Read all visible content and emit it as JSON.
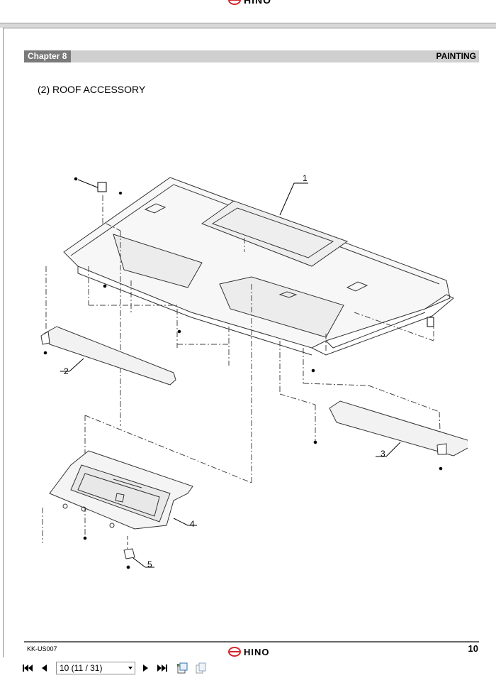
{
  "header": {
    "brand": "HINO"
  },
  "chapter": {
    "label": "Chapter",
    "number": "8",
    "section": "PAINTING"
  },
  "section_title": "(2) ROOF ACCESSORY",
  "diagram": {
    "callouts": [
      "1",
      "2",
      "3",
      "4",
      "5"
    ]
  },
  "footer": {
    "doc_code": "KK-US007",
    "brand": "HINO",
    "page_number": "10"
  },
  "toolbar": {
    "page_select_value": "10 (11 / 31)",
    "icons": [
      "first-page-icon",
      "prev-page-icon",
      "next-page-icon",
      "last-page-icon",
      "fit-page-icon",
      "single-page-icon"
    ]
  },
  "colors": {
    "hino_red": "#d4262b",
    "chapter_tab": "#7a7a7a",
    "chapter_bar": "#cfcfcf"
  }
}
